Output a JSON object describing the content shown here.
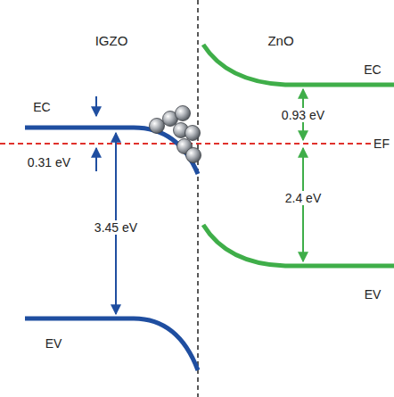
{
  "diagram": {
    "labels": [
      "IGZO",
      "ZnO",
      "EC",
      "EC",
      "0.93 eV",
      "EF",
      "0.31 eV",
      "3.45 eV",
      "2.4 eV",
      "EV",
      "EV"
    ]
  }
}
